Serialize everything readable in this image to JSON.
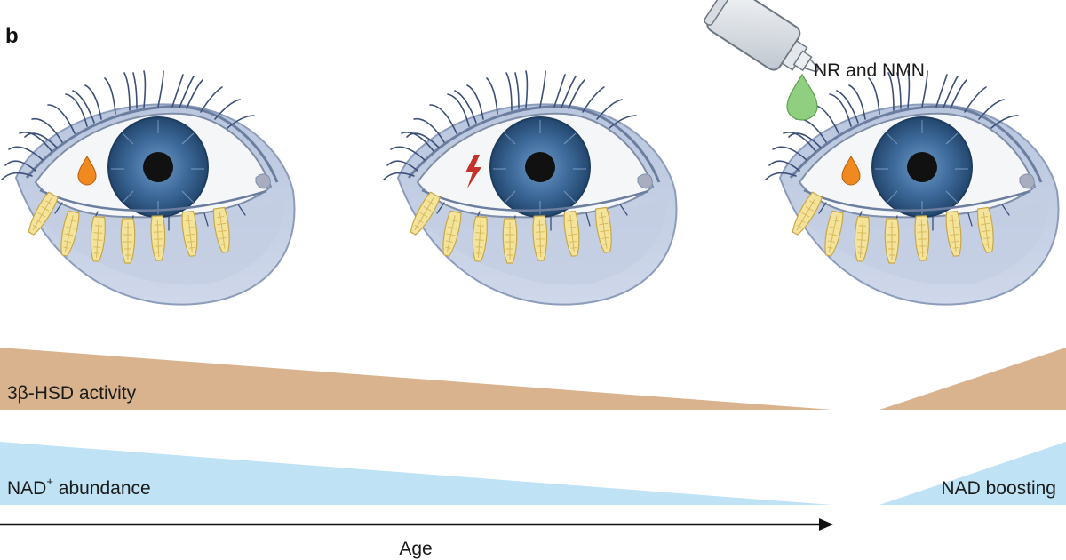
{
  "panel_letter": "b",
  "drop_label": "NR and NMN",
  "bars": {
    "hsd_label": "3β-HSD activity",
    "nad_label_main": "NAD",
    "nad_label_sup": "+",
    "nad_label_rest": " abundance",
    "boost_label": "NAD boosting"
  },
  "axis": {
    "label": "Age"
  },
  "eyes": [
    {
      "state": "healthy",
      "mark": "drop-icon"
    },
    {
      "state": "aged",
      "mark": "lightning-icon"
    },
    {
      "state": "treated",
      "mark": "drop-icon"
    }
  ],
  "colors": {
    "hsd": "#d8b38e",
    "nad": "#bfe3f5",
    "glands": "#f4e39a",
    "iris": "#3d6a9a",
    "drop_orange": "#f08a20",
    "lightning_red": "#c4322a",
    "nr_drop": "#8fcf7f"
  }
}
